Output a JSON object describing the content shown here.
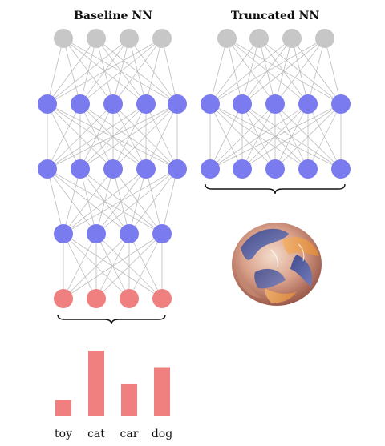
{
  "baseline": {
    "title": "Baseline NN"
  },
  "truncated": {
    "title": "Truncated NN"
  },
  "colors": {
    "input": "#c7c7c7",
    "hidden": "#7b7bf0",
    "output": "#f08080",
    "bar": "#f08080",
    "edge": "#bdbdbd"
  },
  "chart_data": {
    "type": "bar",
    "categories": [
      "toy",
      "cat",
      "car",
      "dog"
    ],
    "values": [
      0.25,
      1.0,
      0.49,
      0.75
    ]
  }
}
